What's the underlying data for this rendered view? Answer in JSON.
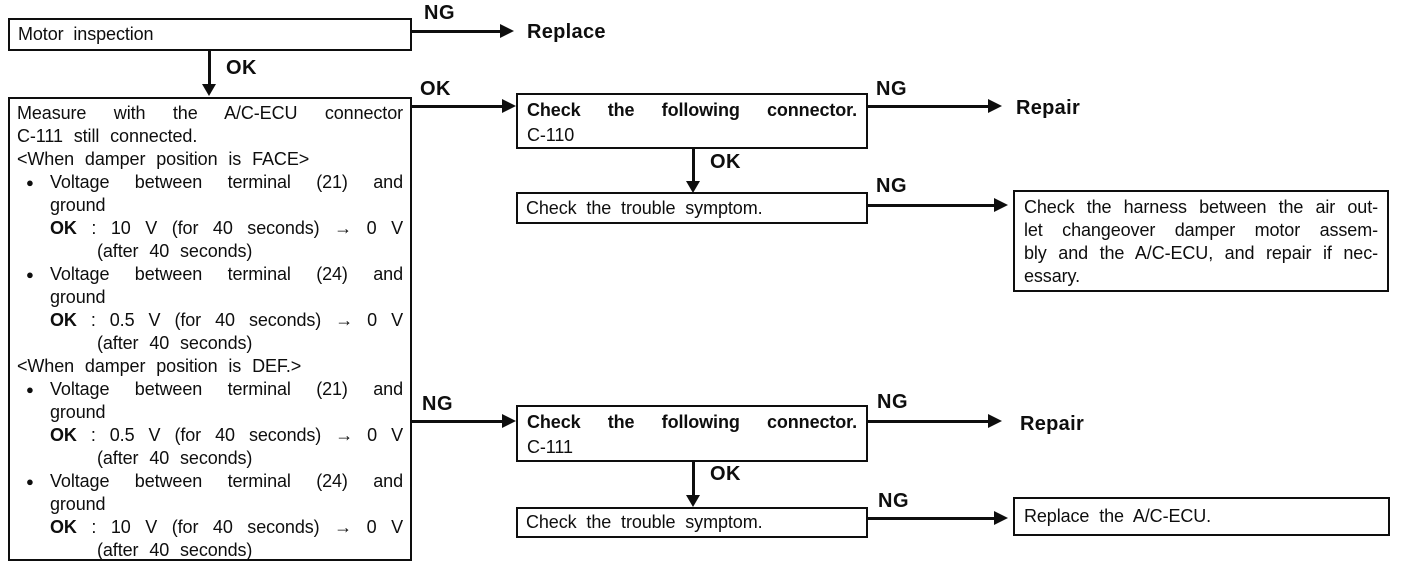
{
  "diagram": {
    "kind": "troubleshooting-flowchart",
    "ink_color": "#0e0e0e",
    "background_color": "#ffffff"
  },
  "nodes": {
    "motor": {
      "text": "Motor inspection"
    },
    "replace_motor": {
      "text": "Replace"
    },
    "measure": {
      "lines": [
        {
          "text": "Measure with the A/C-ECU connector",
          "justify": true
        },
        {
          "text": "C-111 still connected."
        },
        {
          "text": "<When damper position is FACE>"
        },
        {
          "bullet": true,
          "indent": 1,
          "text": "Voltage between terminal (21) and",
          "justify": true
        },
        {
          "indent": 2,
          "text": "ground"
        },
        {
          "indent": 2,
          "bold": "OK",
          "text": " : 10 V (for 40 seconds) → 0 V",
          "justify": true
        },
        {
          "indent": 3,
          "text": "(after 40 seconds)"
        },
        {
          "bullet": true,
          "indent": 1,
          "text": "Voltage between terminal (24) and",
          "justify": true
        },
        {
          "indent": 2,
          "text": "ground"
        },
        {
          "indent": 2,
          "bold": "OK",
          "text": " : 0.5 V (for 40 seconds) → 0 V",
          "justify": true
        },
        {
          "indent": 3,
          "text": "(after 40 seconds)"
        },
        {
          "text": "<When damper position is DEF.>"
        },
        {
          "bullet": true,
          "indent": 1,
          "text": "Voltage between terminal (21) and",
          "justify": true
        },
        {
          "indent": 2,
          "text": "ground"
        },
        {
          "indent": 2,
          "bold": "OK",
          "text": " : 0.5 V (for 40 seconds) → 0 V",
          "justify": true
        },
        {
          "indent": 3,
          "text": "(after 40 seconds)"
        },
        {
          "bullet": true,
          "indent": 1,
          "text": "Voltage between terminal (24) and",
          "justify": true
        },
        {
          "indent": 2,
          "text": "ground"
        },
        {
          "indent": 2,
          "bold": "OK",
          "text": " : 10 V (for 40 seconds) → 0 V",
          "justify": true
        },
        {
          "indent": 3,
          "text": "(after 40 seconds)"
        }
      ]
    },
    "c110": {
      "title": "Check the following connector.",
      "subtitle": "C-110"
    },
    "repair1": {
      "text": "Repair"
    },
    "symptom1": {
      "text": "Check the trouble symptom."
    },
    "harness": {
      "lines": [
        {
          "text": "Check the harness between the air out-",
          "justify": true
        },
        {
          "text": "let changeover damper motor assem-",
          "justify": true
        },
        {
          "text": "bly and the A/C-ECU, and repair if nec-",
          "justify": true
        },
        {
          "text": "essary."
        }
      ]
    },
    "c111": {
      "title": "Check the following connector.",
      "subtitle": "C-111"
    },
    "repair2": {
      "text": "Repair"
    },
    "symptom2": {
      "text": "Check the trouble symptom."
    },
    "replace_ecu": {
      "text": "Replace the A/C-ECU."
    }
  },
  "edges": [
    {
      "from": "motor",
      "to": "replace_motor",
      "label": "NG"
    },
    {
      "from": "motor",
      "to": "measure",
      "label": "OK"
    },
    {
      "from": "measure",
      "to": "c110",
      "label": "OK"
    },
    {
      "from": "c110",
      "to": "repair1",
      "label": "NG"
    },
    {
      "from": "c110",
      "to": "symptom1",
      "label": "OK"
    },
    {
      "from": "symptom1",
      "to": "harness",
      "label": "NG"
    },
    {
      "from": "measure",
      "to": "c111",
      "label": "NG"
    },
    {
      "from": "c111",
      "to": "repair2",
      "label": "NG"
    },
    {
      "from": "c111",
      "to": "symptom2",
      "label": "OK"
    },
    {
      "from": "symptom2",
      "to": "replace_ecu",
      "label": "NG"
    }
  ]
}
